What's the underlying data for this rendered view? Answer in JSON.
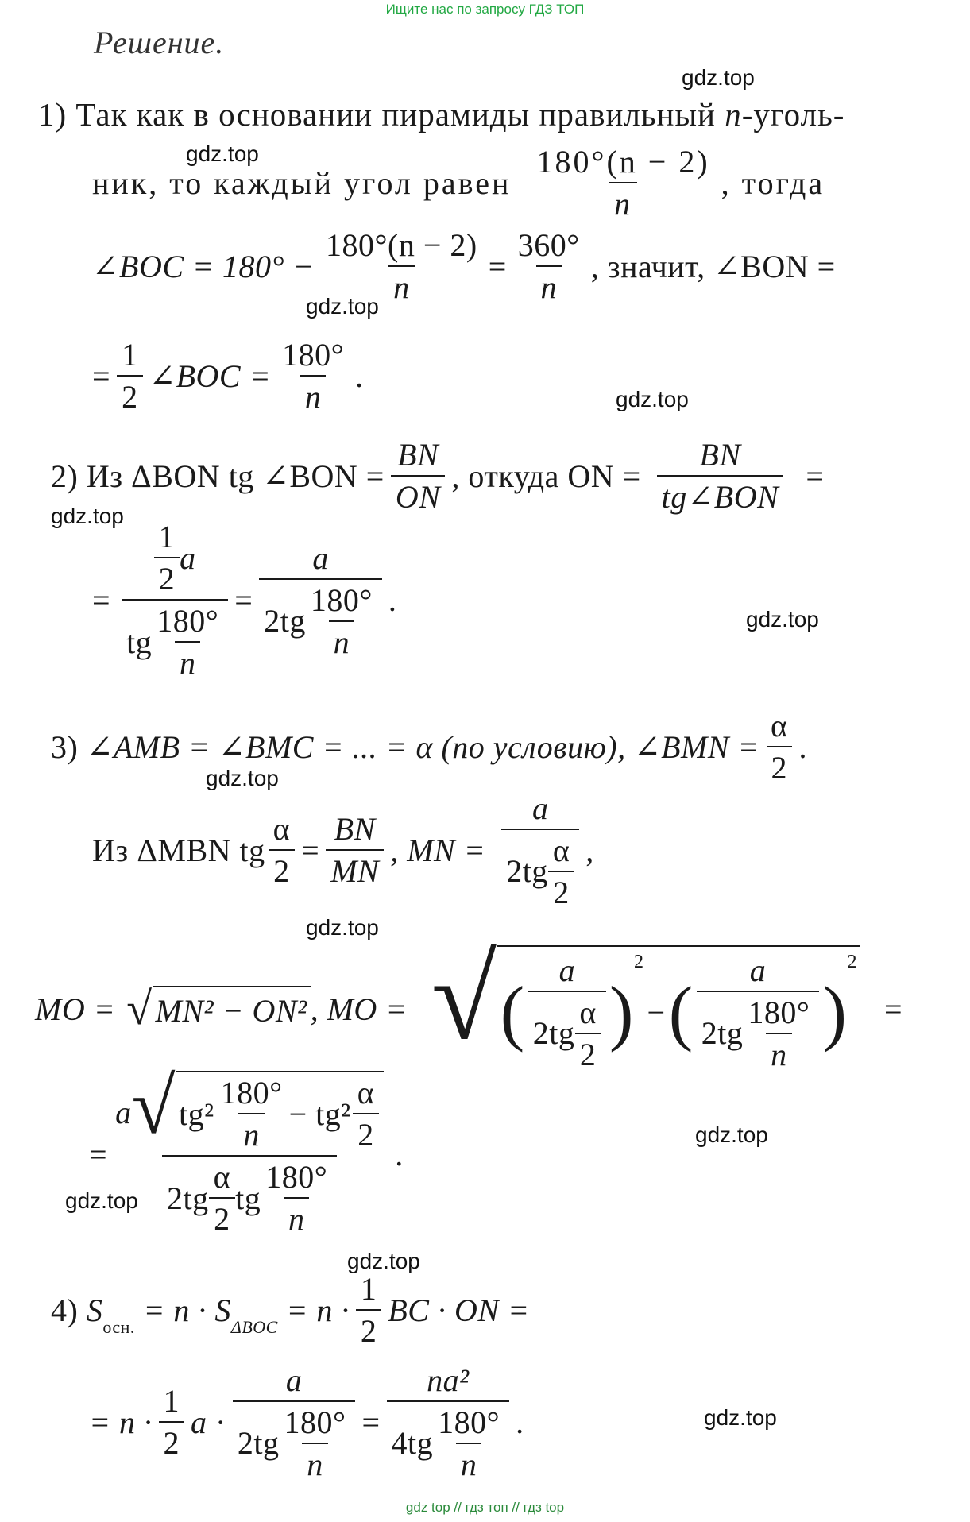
{
  "banner": "Ищите нас по запросу ГДЗ ТОП",
  "heading": "Решение.",
  "watermark": "gdz.top",
  "footer": "gdz top // гдз топ // гдз top",
  "step1": {
    "number": "1)",
    "text_a": "Так как в основании пирамиды правильный",
    "n": "n",
    "text_b": "-уголь-",
    "text_c": "ник, то каждый угол равен",
    "frac_num": "180°(n − 2)",
    "frac_den": "n",
    "text_d": ", тогда",
    "boc_lhs": "∠BOC = 180° −",
    "boc_frac_num": "180°(n − 2)",
    "boc_frac_den": "n",
    "eq": "=",
    "boc_res_num": "360°",
    "boc_res_den": "n",
    "text_e": ", значит, ∠BON =",
    "half_num": "1",
    "half_den": "2",
    "text_f": "∠BOC =",
    "bon_num": "180°",
    "bon_den": "n"
  },
  "step2": {
    "number": "2)",
    "text_a": "Из ΔBON tg ∠BON =",
    "f1_num": "BN",
    "f1_den": "ON",
    "text_b": ", откуда ON =",
    "f2_num": "BN",
    "f2_den": "tg∠BON",
    "eq": "=",
    "half_num": "1",
    "half_den": "2",
    "a": "a",
    "tg": "tg",
    "deg180": "180°",
    "n": "n",
    "two_tg": "2tg",
    "period": "."
  },
  "step3": {
    "number": "3)",
    "text_a": "∠AMB = ∠BMC = ... = α (по условию), ∠BMN =",
    "alpha": "α",
    "two": "2",
    "text_b": "Из ΔMBN tg",
    "f_bn": "BN",
    "f_mn": "MN",
    "text_c": ", MN =",
    "a": "a",
    "two_tg": "2tg",
    "mo_text": "MO = ",
    "mo_under": "MN² − ON²",
    "mo_text2": ", MO =",
    "minus": "−",
    "eq": "=",
    "tg2": "tg²",
    "deg180": "180°",
    "n": "n",
    "tg": "tg",
    "sq": "2"
  },
  "step4": {
    "number": "4)",
    "s_osn": "S",
    "s_osn_sub": "осн.",
    "text_a": "= n · S",
    "s_boc_sub": "ΔBOC",
    "text_b": "= n ·",
    "half_num": "1",
    "half_den": "2",
    "text_c": "BC · ON =",
    "text_d": "= n ·",
    "a": "a",
    "dot": "·",
    "two_tg": "2tg",
    "four_tg": "4tg",
    "deg180": "180°",
    "n": "n",
    "na2": "na²",
    "eq": "="
  }
}
